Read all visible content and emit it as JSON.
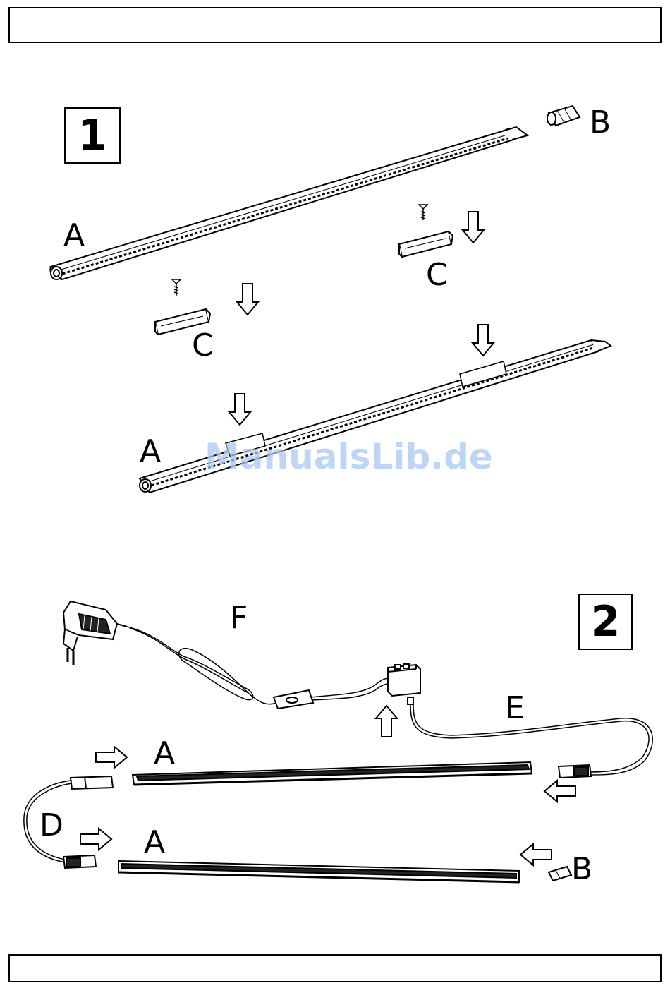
{
  "step_numbers": {
    "step1": "1",
    "step2": "2"
  },
  "labels": {
    "a": "A",
    "b": "B",
    "c": "C",
    "d": "D",
    "e": "E",
    "f": "F"
  },
  "watermark": "ManualsLib.de"
}
